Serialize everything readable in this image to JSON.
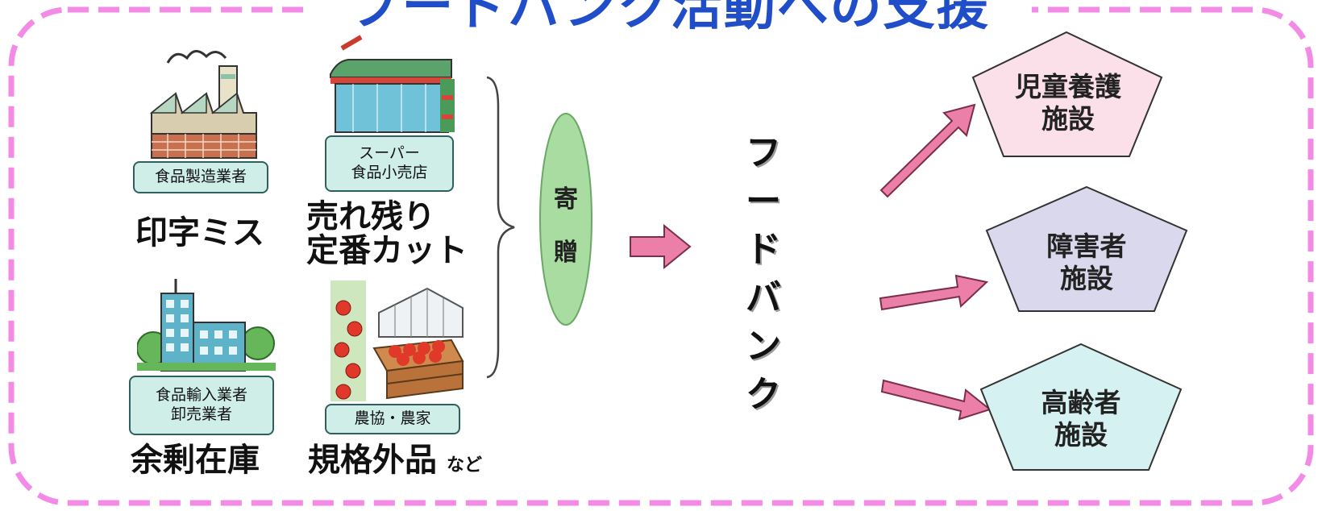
{
  "title": "フードバンク活動への支援",
  "sources": [
    {
      "tag": "食品製造業者",
      "caption": "印字ミス",
      "icon": "factory-icon"
    },
    {
      "tag": "スーパー\n食品小売店",
      "caption": "売れ残り\n定番カット",
      "icon": "supermarket-icon"
    },
    {
      "tag": "食品輸入業者\n卸売業者",
      "caption": "余剰在庫",
      "icon": "office-building-icon"
    },
    {
      "tag": "農協・農家",
      "caption": "規格外品",
      "caption_suffix": "など",
      "icon": "tomato-crate-icon"
    }
  ],
  "donate": {
    "line1": "寄",
    "line2": "贈"
  },
  "foodbank": "フードバンク",
  "destinations": [
    {
      "label": "児童養護\n施設",
      "color": "#fbdfe9"
    },
    {
      "label": "障害者\n施設",
      "color": "#d9d8ec"
    },
    {
      "label": "高齢者\n施設",
      "color": "#d6f1f1"
    }
  ],
  "colors": {
    "frame": "#f28ae6",
    "title": "#1f4ec8",
    "arrow": "#ec7fa7",
    "donate": "#a9dca0",
    "tag": "#cfeee8"
  }
}
